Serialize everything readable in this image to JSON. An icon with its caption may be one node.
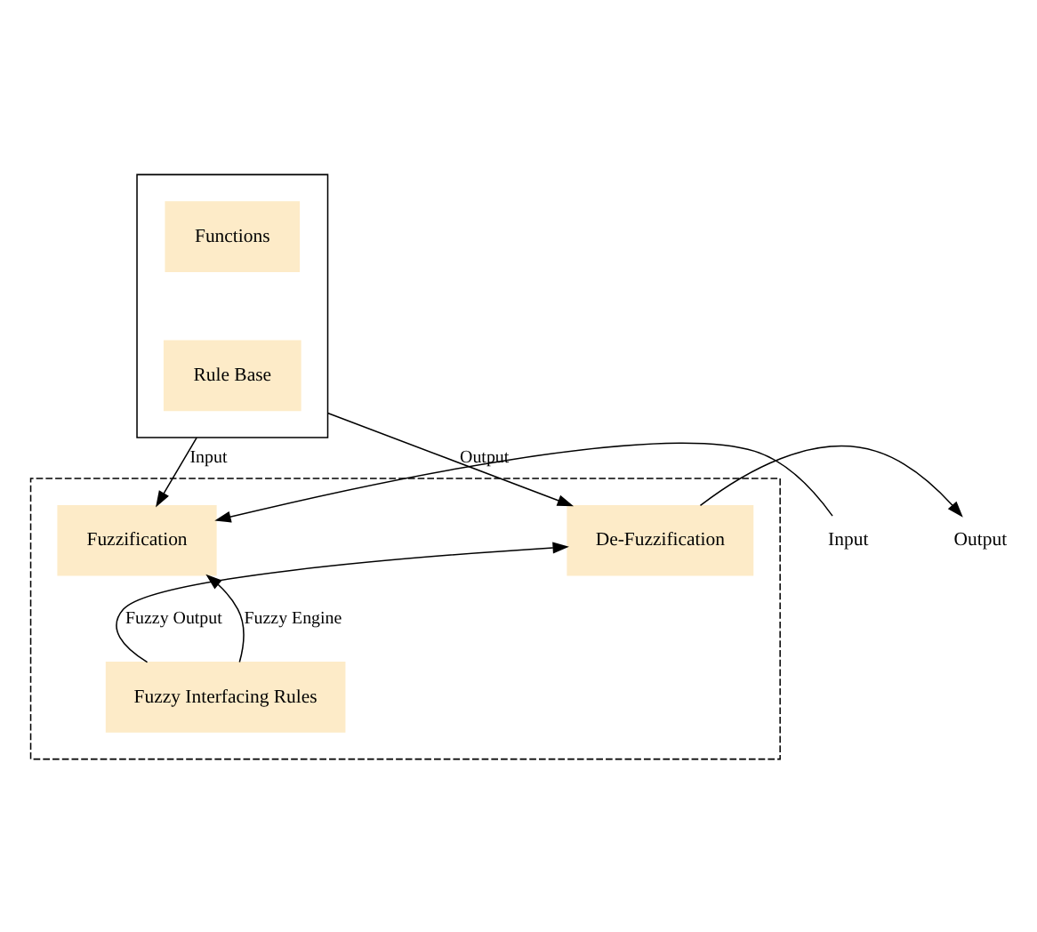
{
  "diagram": {
    "nodes": [
      {
        "text": [],
        "shape": "box"
      },
      {
        "text": [],
        "shape": "box"
      },
      {
        "text": [
          "Functions"
        ],
        "in": 1
      },
      {
        "text": [
          "Rule Base"
        ],
        "in": 1
      },
      {
        "text": [
          "Input"
        ]
      },
      {
        "text": [
          "Fuzzification"
        ],
        "in": 0
      },
      {
        "text": [
          "De-Fuzzification"
        ],
        "in": 0
      },
      {
        "text": [
          "Output"
        ]
      },
      {
        "text": [
          "Fuzzy Interfacing Rules"
        ],
        "in": 0
      }
    ],
    "edges": [
      {
        "from": 1,
        "to": 5,
        "arrow": "to",
        "label": "Input"
      },
      {
        "from": 1,
        "to": 6,
        "arrow": "to",
        "label": "Output"
      },
      {
        "from": 4,
        "to": 5,
        "arrow": "to"
      },
      {
        "from": 6,
        "to": 7,
        "arrow": "to"
      },
      {
        "from": 8,
        "to": 5,
        "arrow": "to",
        "label": "Fuzzy Engine"
      },
      {
        "from": 8,
        "to": 6,
        "arrow": "to",
        "label": "Fuzzy Output"
      }
    ]
  }
}
